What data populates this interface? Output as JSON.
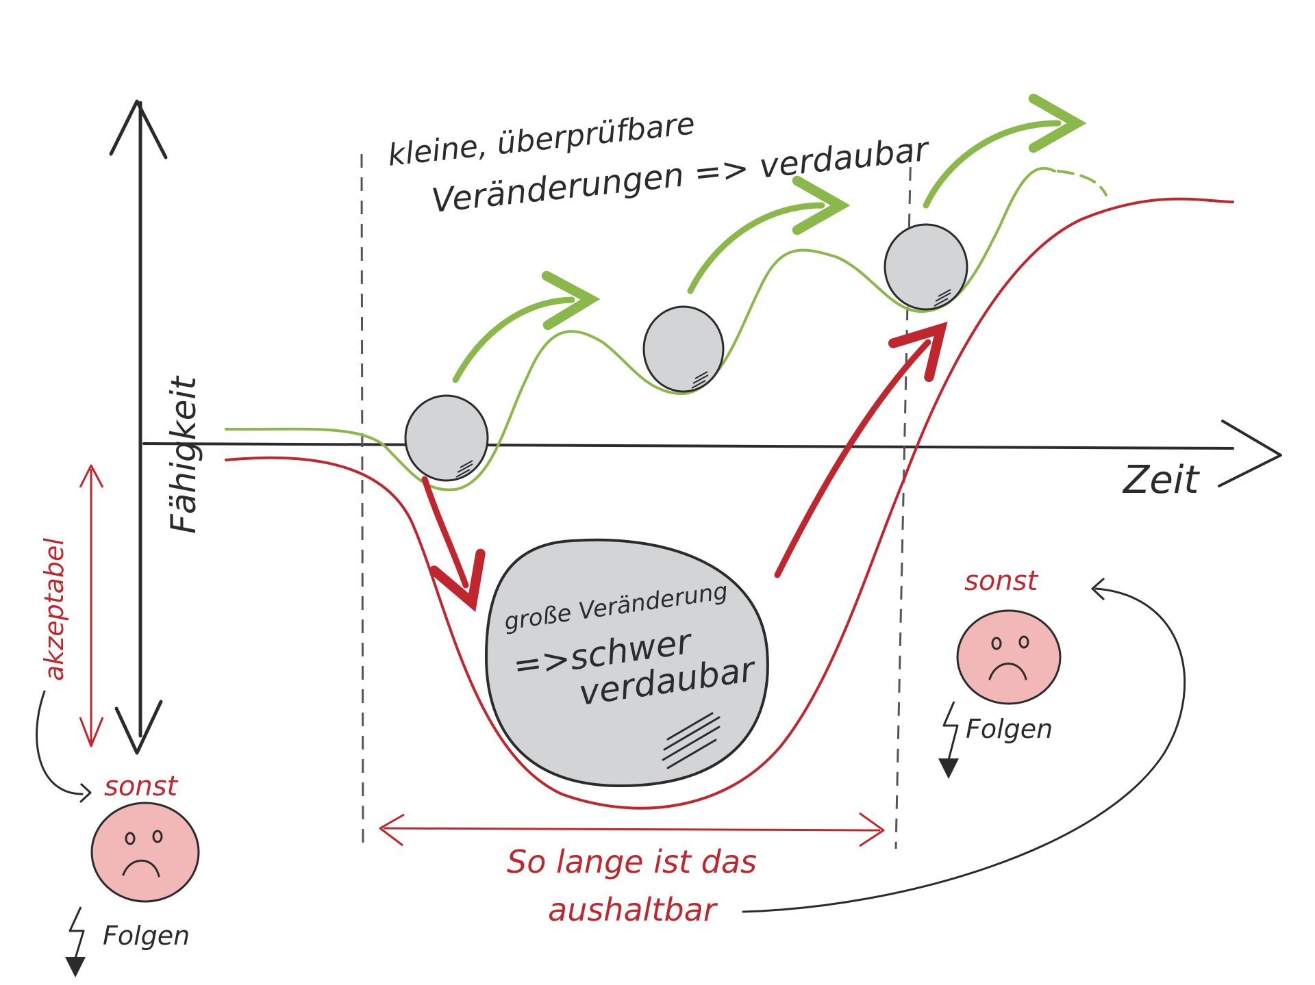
{
  "axes": {
    "y_label": "Fähigkeit",
    "x_label": "Zeit"
  },
  "small_changes": {
    "line1": "kleine, überprüfbare",
    "line2": "Veränderungen => verdaubar"
  },
  "big_change": {
    "line1": "große Veränderung",
    "line2": "=>schwer",
    "line3": "verdaubar"
  },
  "acceptable": "akzeptabel",
  "duration": {
    "line1": "So lange ist das",
    "line2": "aushaltbar"
  },
  "left_consequence": {
    "otherwise": "sonst",
    "consequences": "Folgen"
  },
  "right_consequence": {
    "otherwise": "sonst",
    "consequences": "Folgen"
  },
  "colors": {
    "ink": "#2b2b2b",
    "red": "#c0262d",
    "green": "#8bb84a",
    "ball": "#d3d4d6",
    "face": "#f2b8b8"
  }
}
